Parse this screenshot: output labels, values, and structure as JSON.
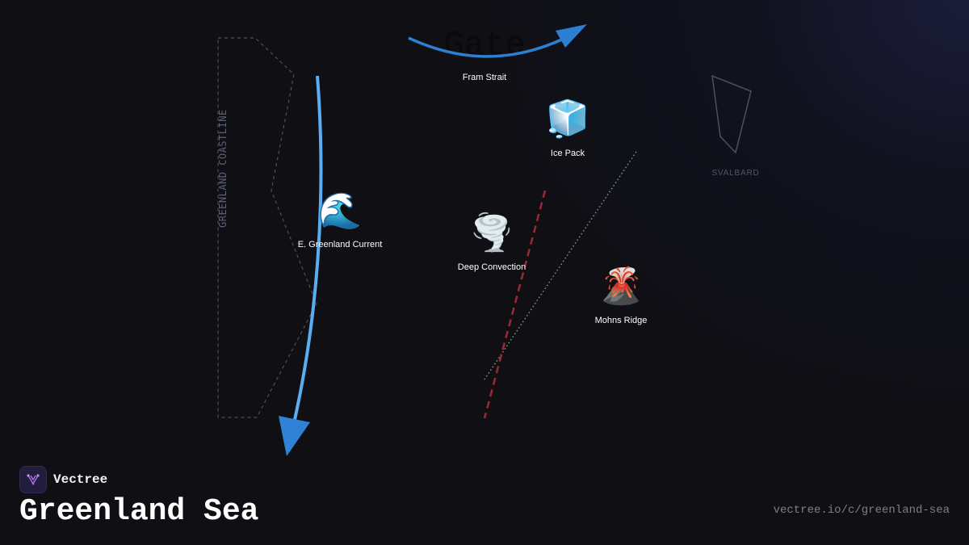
{
  "map": {
    "coast_label": "GREENLAND COASTLINE",
    "island_label": "SVALBARD",
    "gate_label": "Gate",
    "features": [
      {
        "icon": "wave-icon",
        "emoji": "🌊",
        "label": "E. Greenland Current"
      },
      {
        "icon": "ice-cube-icon",
        "emoji": "🧊",
        "label": "Ice Pack"
      },
      {
        "icon": "tornado-icon",
        "emoji": "🌪️",
        "label": "Deep Convection"
      },
      {
        "icon": "volcano-icon",
        "emoji": "🌋",
        "label": "Mohns Ridge"
      },
      {
        "icon": "",
        "emoji": "",
        "label": "Fram Strait"
      }
    ],
    "colors": {
      "current_arrow": "#5aaef0",
      "arrow_head": "#2f82d6",
      "fram_arrow": "#2d7fd3",
      "convection_line": "#9b2a35",
      "ridge_line": "#8a8f9a",
      "coast_outline": "#4a5063"
    }
  },
  "brand": {
    "name": "Vectree",
    "logo_icon": "vectree-logo-icon"
  },
  "page": {
    "title": "Greenland Sea",
    "url": "vectree.io/c/greenland-sea"
  }
}
